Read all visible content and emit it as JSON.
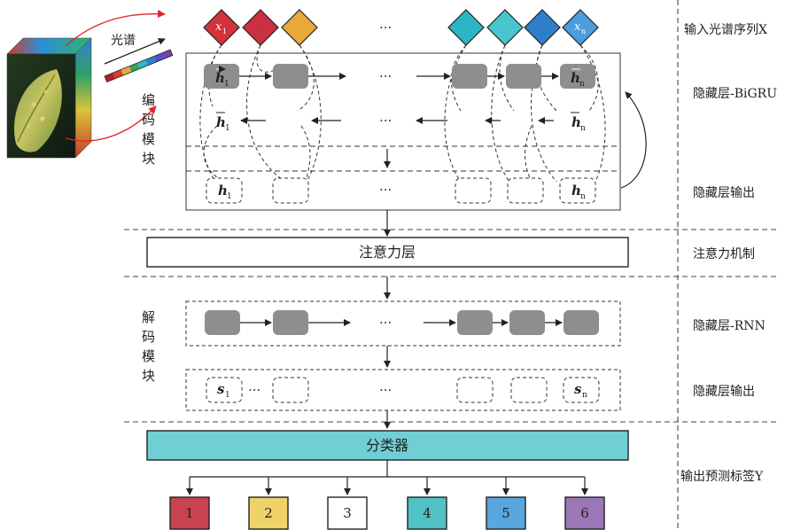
{
  "labels": {
    "input": "输入光谱序列X",
    "hidden_bigru": "隐藏层-BiGRU",
    "hidden_out_1": "隐藏层输出",
    "attention_mech": "注意力机制",
    "hidden_rnn": "隐藏层-RNN",
    "hidden_out_2": "隐藏层输出",
    "output": "输出预测标签Y"
  },
  "spectrum_label": "光谱",
  "encoder_module": [
    "编",
    "码",
    "模",
    "块"
  ],
  "decoder_module": [
    "解",
    "码",
    "模",
    "块"
  ],
  "attention_layer": "注意力层",
  "classifier": "分类器",
  "ellipsis": "···",
  "inputs": {
    "first": {
      "var": "x",
      "sub": "1"
    },
    "last": {
      "var": "x",
      "sub": "n"
    },
    "colors": [
      "#d4323b",
      "#cc3040",
      "#e8a83a",
      "#2bb5c6",
      "#48c6cf",
      "#2f7fc9",
      "#4a9ee0"
    ]
  },
  "hidden": {
    "forward_first": {
      "var": "h",
      "sub": "1"
    },
    "forward_last": {
      "var": "h",
      "sub": "n"
    },
    "backward_first": {
      "var": "h",
      "sub": "1"
    },
    "backward_last": {
      "var": "h",
      "sub": "n"
    },
    "output_first": {
      "var": "h",
      "sub": "1"
    },
    "output_last": {
      "var": "h",
      "sub": "n"
    }
  },
  "decoder_states": {
    "first": {
      "var": "s",
      "sub": "1"
    },
    "last": {
      "var": "s",
      "sub": "n"
    }
  },
  "outputs": [
    {
      "label": "1",
      "color": "#c8424f"
    },
    {
      "label": "2",
      "color": "#efd36a"
    },
    {
      "label": "3",
      "color": "#ffffff"
    },
    {
      "label": "4",
      "color": "#52c1c6"
    },
    {
      "label": "5",
      "color": "#5aa6df"
    },
    {
      "label": "6",
      "color": "#9b77b7"
    }
  ],
  "colors": {
    "classifier_fill": "#6fcfd4",
    "node_fill": "#8e8e8e",
    "arrow_red": "#e0262c"
  }
}
